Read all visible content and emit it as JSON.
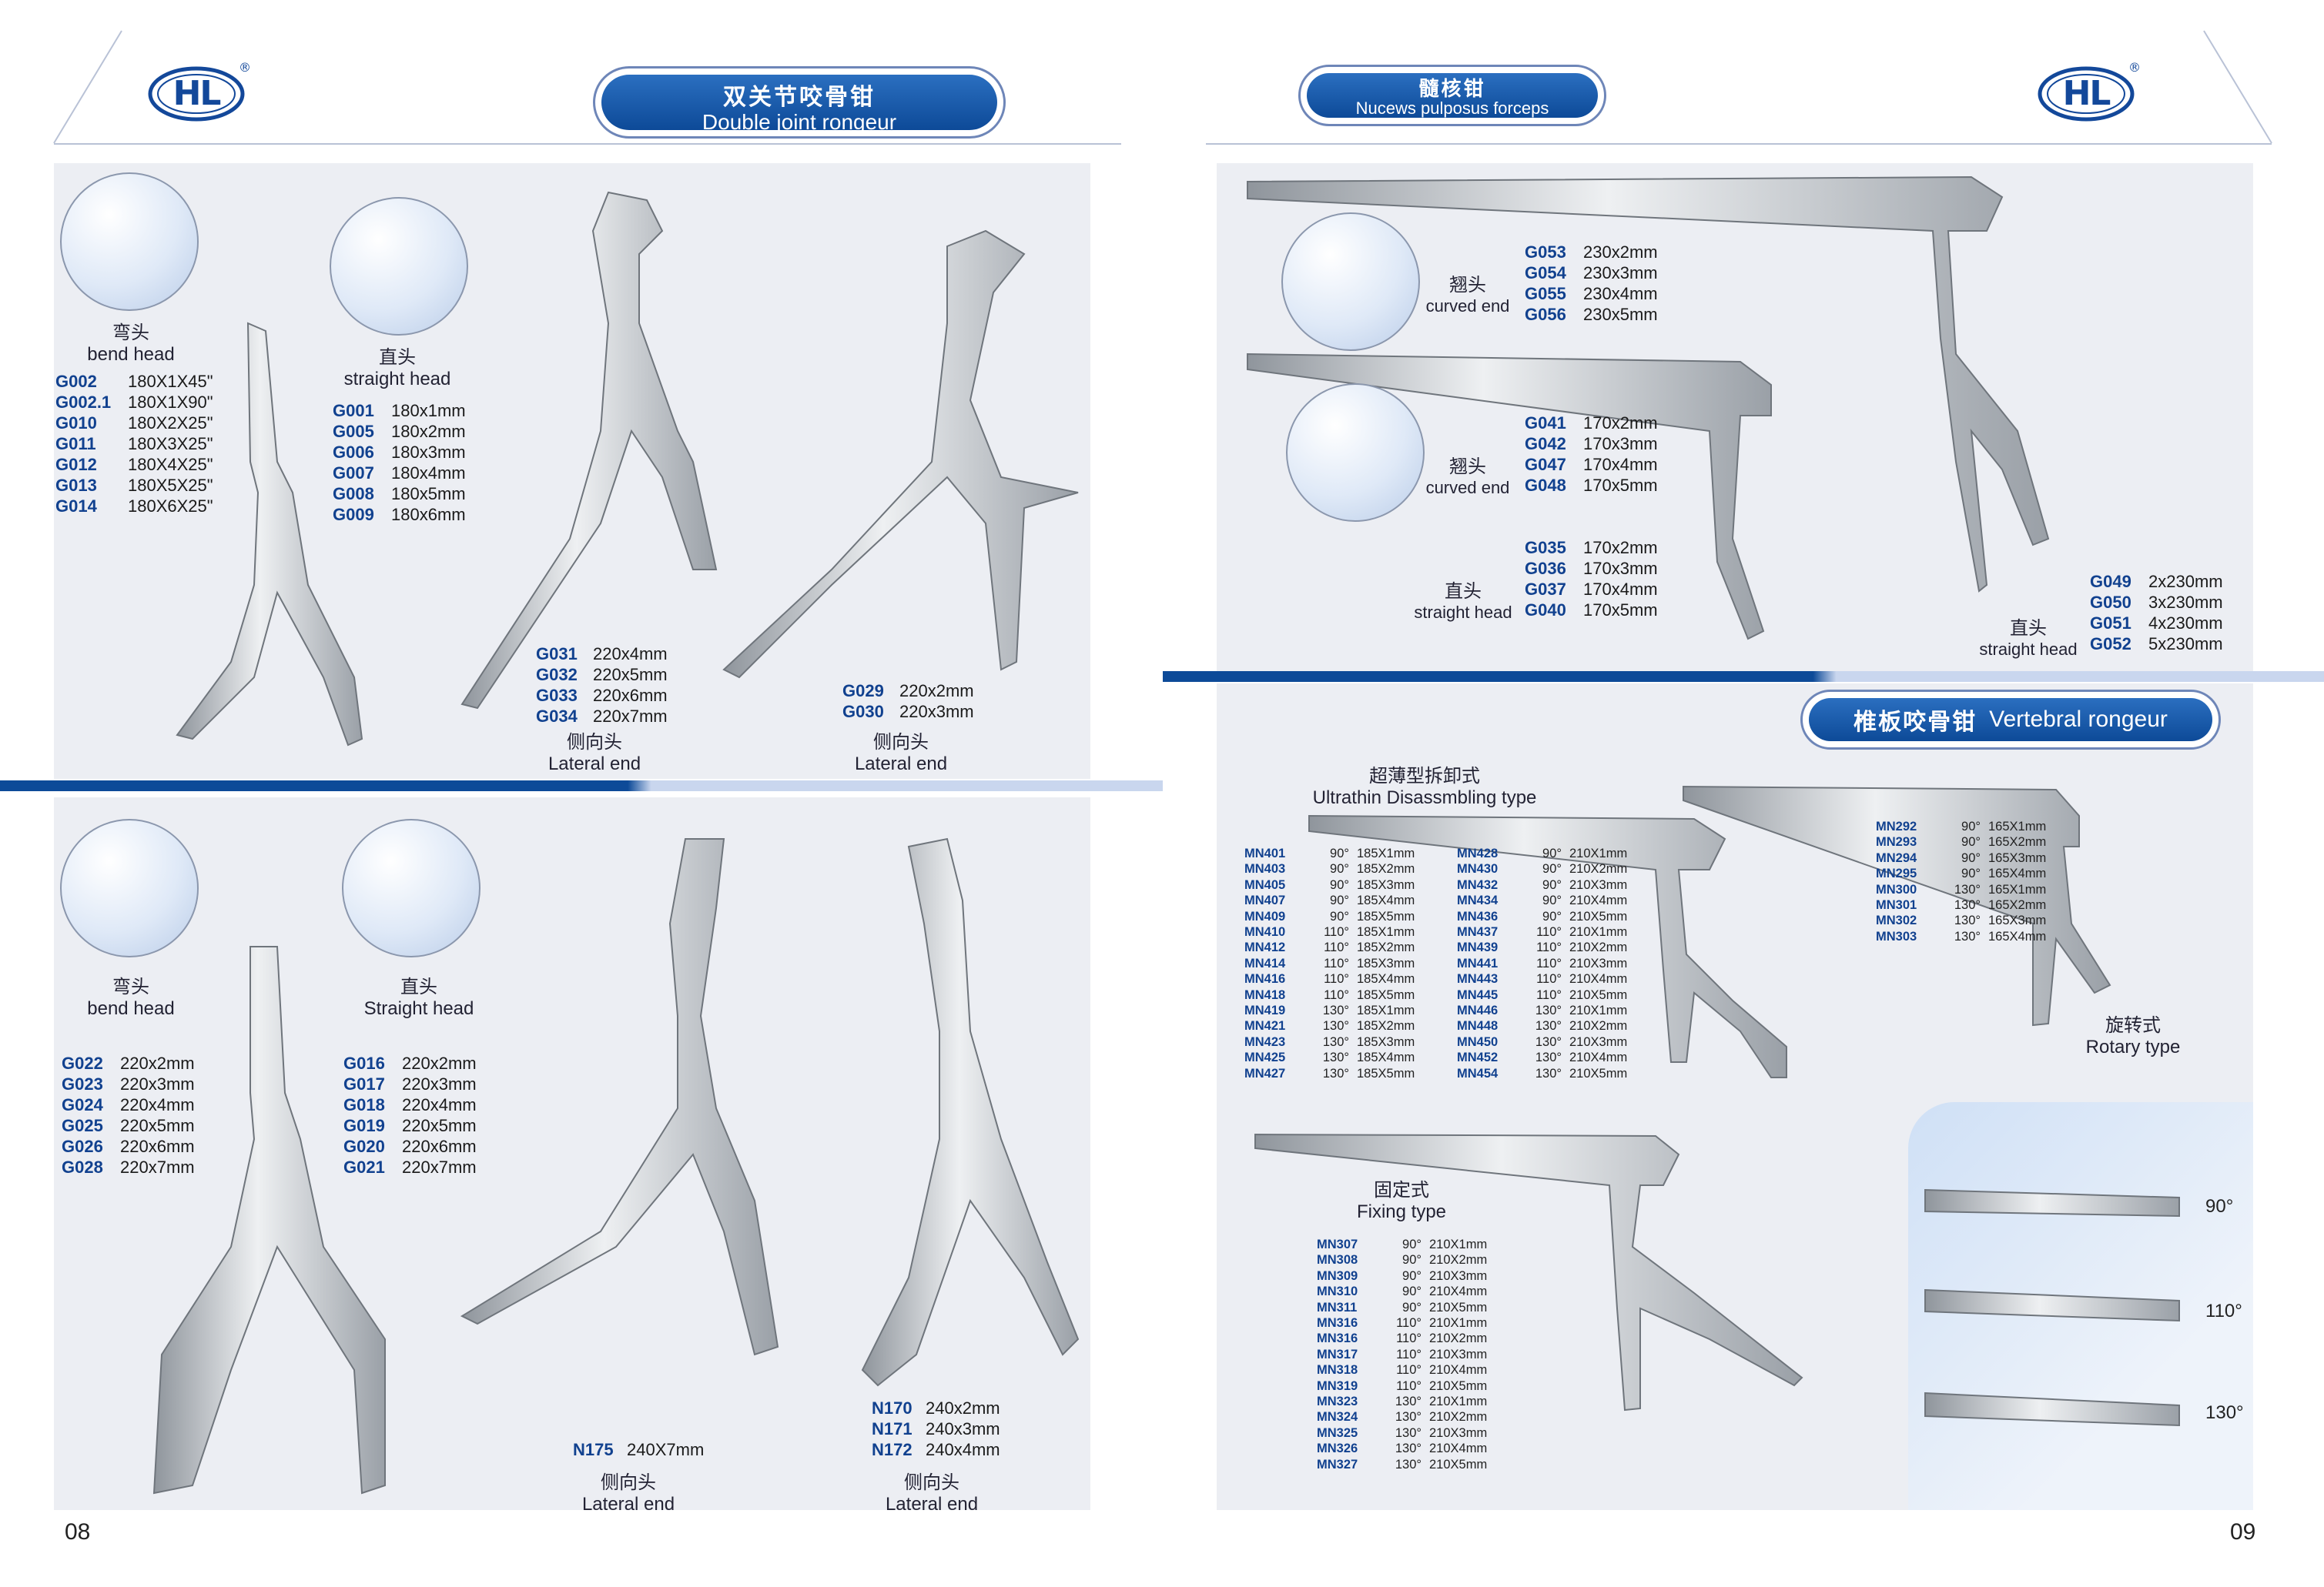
{
  "brand": "HL",
  "registered": "®",
  "left_page": {
    "title_cn": "双关节咬骨钳",
    "title_en": "Double joint rongeur",
    "page_number": "08",
    "top": {
      "bend": {
        "cn": "弯头",
        "en": "bend head",
        "items": [
          [
            "G002",
            "180X1X45\""
          ],
          [
            "G002.1",
            "180X1X90\""
          ],
          [
            "G010",
            "180X2X25\""
          ],
          [
            "G011",
            "180X3X25\""
          ],
          [
            "G012",
            "180X4X25\""
          ],
          [
            "G013",
            "180X5X25\""
          ],
          [
            "G014",
            "180X6X25\""
          ]
        ]
      },
      "straight": {
        "cn": "直头",
        "en": "straight head",
        "items": [
          [
            "G001",
            "180x1mm"
          ],
          [
            "G005",
            "180x2mm"
          ],
          [
            "G006",
            "180x3mm"
          ],
          [
            "G007",
            "180x4mm"
          ],
          [
            "G008",
            "180x5mm"
          ],
          [
            "G009",
            "180x6mm"
          ]
        ]
      },
      "lateral1": {
        "cn": "侧向头",
        "en": "Lateral end",
        "items": [
          [
            "G031",
            "220x4mm"
          ],
          [
            "G032",
            "220x5mm"
          ],
          [
            "G033",
            "220x6mm"
          ],
          [
            "G034",
            "220x7mm"
          ]
        ]
      },
      "lateral2": {
        "cn": "侧向头",
        "en": "Lateral end",
        "items": [
          [
            "G029",
            "220x2mm"
          ],
          [
            "G030",
            "220x3mm"
          ]
        ]
      }
    },
    "bottom": {
      "bend": {
        "cn": "弯头",
        "en": "bend head",
        "items": [
          [
            "G022",
            "220x2mm"
          ],
          [
            "G023",
            "220x3mm"
          ],
          [
            "G024",
            "220x4mm"
          ],
          [
            "G025",
            "220x5mm"
          ],
          [
            "G026",
            "220x6mm"
          ],
          [
            "G028",
            "220x7mm"
          ]
        ]
      },
      "straight": {
        "cn": "直头",
        "en": "Straight head",
        "items": [
          [
            "G016",
            "220x2mm"
          ],
          [
            "G017",
            "220x3mm"
          ],
          [
            "G018",
            "220x4mm"
          ],
          [
            "G019",
            "220x5mm"
          ],
          [
            "G020",
            "220x6mm"
          ],
          [
            "G021",
            "220x7mm"
          ]
        ]
      },
      "lateral1": {
        "cn": "侧向头",
        "en": "Lateral end",
        "items": [
          [
            "N175",
            "240X7mm"
          ]
        ]
      },
      "lateral2": {
        "cn": "侧向头",
        "en": "Lateral end",
        "items": [
          [
            "N170",
            "240x2mm"
          ],
          [
            "N171",
            "240x3mm"
          ],
          [
            "N172",
            "240x4mm"
          ]
        ]
      }
    }
  },
  "right_page": {
    "title_cn": "髓核钳",
    "title_en": "Nucews pulposus forceps",
    "page_number": "09",
    "curved1": {
      "cn": "翘头",
      "en": "curved end",
      "items": [
        [
          "G053",
          "230x2mm"
        ],
        [
          "G054",
          "230x3mm"
        ],
        [
          "G055",
          "230x4mm"
        ],
        [
          "G056",
          "230x5mm"
        ]
      ]
    },
    "curved2": {
      "cn": "翘头",
      "en": "curved end",
      "items": [
        [
          "G041",
          "170x2mm"
        ],
        [
          "G042",
          "170x3mm"
        ],
        [
          "G047",
          "170x4mm"
        ],
        [
          "G048",
          "170x5mm"
        ]
      ]
    },
    "straight1": {
      "cn": "直头",
      "en": "straight head",
      "items": [
        [
          "G035",
          "170x2mm"
        ],
        [
          "G036",
          "170x3mm"
        ],
        [
          "G037",
          "170x4mm"
        ],
        [
          "G040",
          "170x5mm"
        ]
      ]
    },
    "straight2": {
      "cn": "直头",
      "en": "straight head",
      "items": [
        [
          "G049",
          "2x230mm"
        ],
        [
          "G050",
          "3x230mm"
        ],
        [
          "G051",
          "4x230mm"
        ],
        [
          "G052",
          "5x230mm"
        ]
      ]
    },
    "vertebral": {
      "title_cn": "椎板咬骨钳",
      "title_en": "Vertebral rongeur",
      "ultrathin": {
        "cn": "超薄型拆卸式",
        "en": "Ultrathin Disassmbling type",
        "col1": [
          [
            "MN401",
            "90°",
            "185X1mm"
          ],
          [
            "MN403",
            "90°",
            "185X2mm"
          ],
          [
            "MN405",
            "90°",
            "185X3mm"
          ],
          [
            "MN407",
            "90°",
            "185X4mm"
          ],
          [
            "MN409",
            "90°",
            "185X5mm"
          ],
          [
            "MN410",
            "110°",
            "185X1mm"
          ],
          [
            "MN412",
            "110°",
            "185X2mm"
          ],
          [
            "MN414",
            "110°",
            "185X3mm"
          ],
          [
            "MN416",
            "110°",
            "185X4mm"
          ],
          [
            "MN418",
            "110°",
            "185X5mm"
          ],
          [
            "MN419",
            "130°",
            "185X1mm"
          ],
          [
            "MN421",
            "130°",
            "185X2mm"
          ],
          [
            "MN423",
            "130°",
            "185X3mm"
          ],
          [
            "MN425",
            "130°",
            "185X4mm"
          ],
          [
            "MN427",
            "130°",
            "185X5mm"
          ]
        ],
        "col2": [
          [
            "MN428",
            "90°",
            "210X1mm"
          ],
          [
            "MN430",
            "90°",
            "210X2mm"
          ],
          [
            "MN432",
            "90°",
            "210X3mm"
          ],
          [
            "MN434",
            "90°",
            "210X4mm"
          ],
          [
            "MN436",
            "90°",
            "210X5mm"
          ],
          [
            "MN437",
            "110°",
            "210X1mm"
          ],
          [
            "MN439",
            "110°",
            "210X2mm"
          ],
          [
            "MN441",
            "110°",
            "210X3mm"
          ],
          [
            "MN443",
            "110°",
            "210X4mm"
          ],
          [
            "MN445",
            "110°",
            "210X5mm"
          ],
          [
            "MN446",
            "130°",
            "210X1mm"
          ],
          [
            "MN448",
            "130°",
            "210X2mm"
          ],
          [
            "MN450",
            "130°",
            "210X3mm"
          ],
          [
            "MN452",
            "130°",
            "210X4mm"
          ],
          [
            "MN454",
            "130°",
            "210X5mm"
          ]
        ]
      },
      "rotary": {
        "cn": "旋转式",
        "en": "Rotary type",
        "items": [
          [
            "MN292",
            "90°",
            "165X1mm"
          ],
          [
            "MN293",
            "90°",
            "165X2mm"
          ],
          [
            "MN294",
            "90°",
            "165X3mm"
          ],
          [
            "MN295",
            "90°",
            "165X4mm"
          ],
          [
            "MN300",
            "130°",
            "165X1mm"
          ],
          [
            "MN301",
            "130°",
            "165X2mm"
          ],
          [
            "MN302",
            "130°",
            "165X3mm"
          ],
          [
            "MN303",
            "130°",
            "165X4mm"
          ]
        ]
      },
      "fixing": {
        "cn": "固定式",
        "en": "Fixing type",
        "items": [
          [
            "MN307",
            "90°",
            "210X1mm"
          ],
          [
            "MN308",
            "90°",
            "210X2mm"
          ],
          [
            "MN309",
            "90°",
            "210X3mm"
          ],
          [
            "MN310",
            "90°",
            "210X4mm"
          ],
          [
            "MN311",
            "90°",
            "210X5mm"
          ],
          [
            "MN316",
            "110°",
            "210X1mm"
          ],
          [
            "MN316",
            "110°",
            "210X2mm"
          ],
          [
            "MN317",
            "110°",
            "210X3mm"
          ],
          [
            "MN318",
            "110°",
            "210X4mm"
          ],
          [
            "MN319",
            "110°",
            "210X5mm"
          ],
          [
            "MN323",
            "130°",
            "210X1mm"
          ],
          [
            "MN324",
            "130°",
            "210X2mm"
          ],
          [
            "MN325",
            "130°",
            "210X3mm"
          ],
          [
            "MN326",
            "130°",
            "210X4mm"
          ],
          [
            "MN327",
            "130°",
            "210X5mm"
          ]
        ]
      },
      "angles": [
        "90°",
        "110°",
        "130°"
      ]
    }
  },
  "colors": {
    "accent": "#0d4a98",
    "panel": "#eceef3",
    "code": "#11418f"
  }
}
